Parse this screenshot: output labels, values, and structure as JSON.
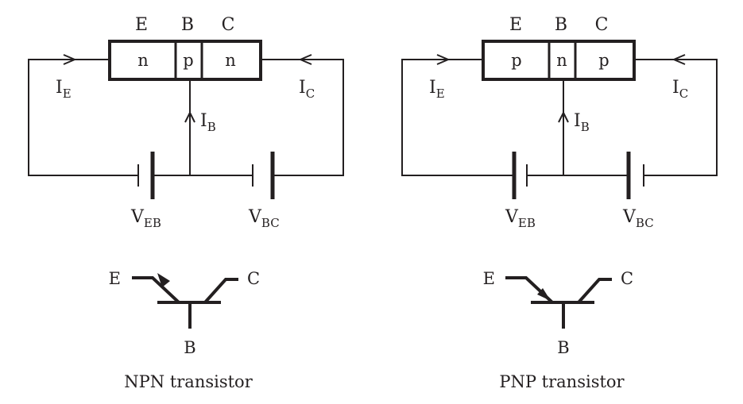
{
  "npn": {
    "terminals": {
      "e": "E",
      "b": "B",
      "c": "C"
    },
    "regions": [
      "n",
      "p",
      "n"
    ],
    "currents": {
      "ie": {
        "main": "I",
        "sub": "E"
      },
      "ib": {
        "main": "I",
        "sub": "B"
      },
      "ic": {
        "main": "I",
        "sub": "C"
      }
    },
    "voltages": {
      "veb": {
        "main": "V",
        "sub": "EB"
      },
      "vbc": {
        "main": "V",
        "sub": "BC"
      }
    },
    "symbol": {
      "e": "E",
      "b": "B",
      "c": "C"
    },
    "caption": "NPN transistor"
  },
  "pnp": {
    "terminals": {
      "e": "E",
      "b": "B",
      "c": "C"
    },
    "regions": [
      "p",
      "n",
      "p"
    ],
    "currents": {
      "ie": {
        "main": "I",
        "sub": "E"
      },
      "ib": {
        "main": "I",
        "sub": "B"
      },
      "ic": {
        "main": "I",
        "sub": "C"
      }
    },
    "voltages": {
      "veb": {
        "main": "V",
        "sub": "EB"
      },
      "vbc": {
        "main": "V",
        "sub": "BC"
      }
    },
    "symbol": {
      "e": "E",
      "b": "B",
      "c": "C"
    },
    "caption": "PNP transistor"
  }
}
